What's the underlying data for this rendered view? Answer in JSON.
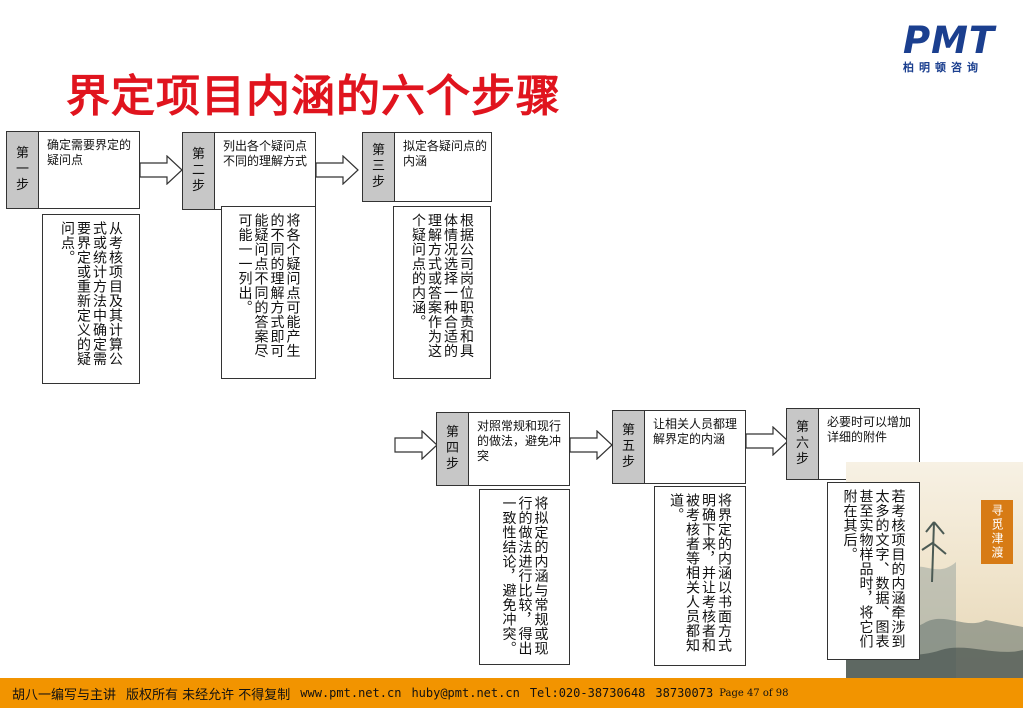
{
  "title": "界定项目内涵的六个步骤",
  "logo": {
    "mark": "PMT",
    "sub": "柏明顿咨询"
  },
  "steps": [
    {
      "tag": "第一步",
      "text": "确定需要界定的疑问点",
      "detail": "从考核项目及其计算公式或统计方法中确定需要界定或重新定义的疑问点。"
    },
    {
      "tag": "第二步",
      "text": "列出各个疑问点不同的理解方式",
      "detail": "将各个疑问点可能产生的不同的理解方式即可能疑问点不同的答案尽可能一一列出。"
    },
    {
      "tag": "第三步",
      "text": "拟定各疑问点的内涵",
      "detail": "根据公司岗位职责和具体情况选择一种合适的理解方式或答案作为这个疑问点的内涵。"
    },
    {
      "tag": "第四步",
      "text": "对照常规和现行的做法，避免冲突",
      "detail": "将拟定的内涵与常规或现行的做法进行比较，得出一致性结论，避免冲突。"
    },
    {
      "tag": "第五步",
      "text": "让相关人员都理解界定的内涵",
      "detail": "将界定的内涵以书面方式明确下来，并让考核者和被考核者等相关人员都知道。"
    },
    {
      "tag": "第六步",
      "text": "必要时可以增加详细的附件",
      "detail": "若考核项目的内涵牵涉到太多的文字、数据、图表甚至实物样品时，将它们附在其后。"
    }
  ],
  "scene": {
    "badge": "寻觅津渡"
  },
  "footer": {
    "author": "胡八一编写与主讲",
    "rights": "版权所有 未经允许 不得复制",
    "site": "www.pmt.net.cn",
    "email": "huby@pmt.net.cn",
    "tel": "Tel:020-38730648",
    "tel2": "38730073",
    "page": "Page 47 of 98"
  }
}
